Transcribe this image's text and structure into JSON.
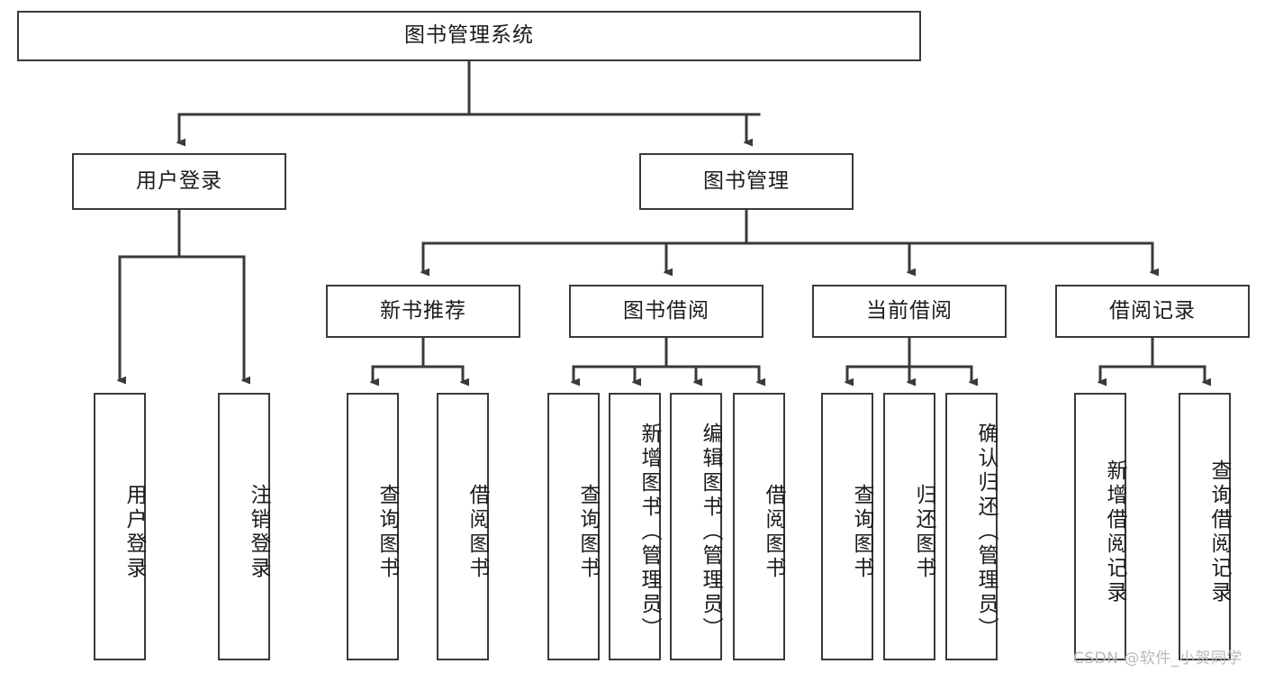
{
  "diagram": {
    "title": "图书管理系统",
    "type": "tree-hierarchy",
    "watermark": "CSDN @软件_小贺同学",
    "colors": {
      "box_border": "#3a3a3a",
      "box_fill": "#ffffff",
      "edge": "#3a3a3a",
      "text": "#1b1b1b",
      "watermark": "#b9b9b9",
      "background": "#ffffff"
    },
    "root": {
      "label": "图书管理系统"
    },
    "level2": [
      {
        "label": "用户登录"
      },
      {
        "label": "图书管理"
      }
    ],
    "level3": [
      {
        "label": "新书推荐"
      },
      {
        "label": "图书借阅"
      },
      {
        "label": "当前借阅"
      },
      {
        "label": "借阅记录"
      }
    ],
    "leaves": {
      "user_login": [
        {
          "label": "用户登录"
        },
        {
          "label": "注销登录"
        }
      ],
      "new_book_recommend": [
        {
          "label": "查询图书"
        },
        {
          "label": "借阅图书"
        }
      ],
      "book_borrow": [
        {
          "label": "查询图书"
        },
        {
          "label": "新增图书（管理员）"
        },
        {
          "label": "编辑图书（管理员）"
        },
        {
          "label": "借阅图书"
        }
      ],
      "current_borrow": [
        {
          "label": "查询图书"
        },
        {
          "label": "归还图书"
        },
        {
          "label": "确认归还（管理员）"
        }
      ],
      "borrow_records": [
        {
          "label": "新增借阅记录"
        },
        {
          "label": "查询借阅记录"
        }
      ]
    }
  }
}
